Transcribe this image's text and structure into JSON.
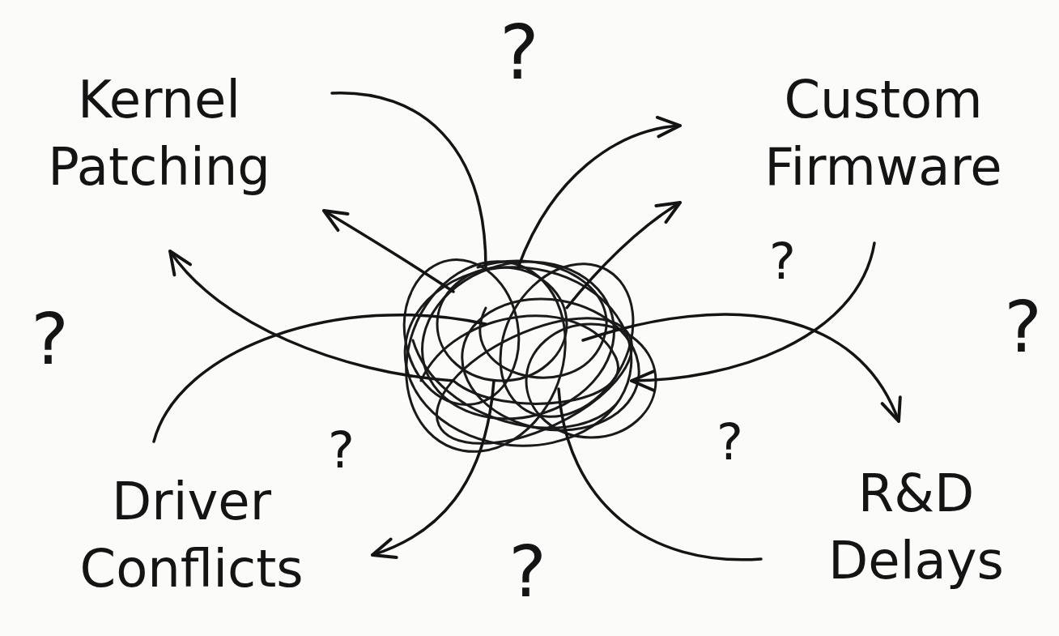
{
  "diagram": {
    "labels": [
      "Kernel Patching",
      "Custom Firmware",
      "Driver Conflicts",
      "R&D Delays",
      "?",
      "?",
      "?",
      "?",
      "?",
      "?",
      "?"
    ]
  }
}
